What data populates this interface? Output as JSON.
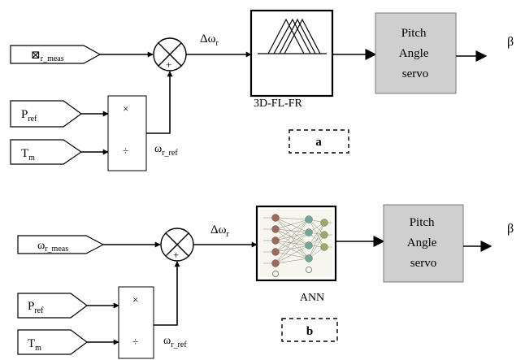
{
  "panel_a": {
    "input_meas": {
      "sym": "⊠",
      "sub": "r_meas"
    },
    "input_pref": {
      "sym": "P",
      "sub": "ref"
    },
    "input_tm": {
      "sym": "T",
      "sub": "m"
    },
    "mult_symbol": "×",
    "div_symbol": "÷",
    "sum_sign": "+",
    "omega_ref": {
      "sym": "ω",
      "sub": "r_ref"
    },
    "delta_omega": {
      "sym": "Δω",
      "sub": "r"
    },
    "controller_label": "3D-FL-FR",
    "servo_lines": [
      "Pitch",
      "Angle",
      "servo"
    ],
    "output": "β",
    "tag": "a"
  },
  "panel_b": {
    "input_meas": {
      "sym": "ω",
      "sub": "r_meas"
    },
    "input_pref": {
      "sym": "P",
      "sub": "ref"
    },
    "input_tm": {
      "sym": "T",
      "sub": "m"
    },
    "mult_symbol": "×",
    "div_symbol": "÷",
    "sum_sign": "+",
    "omega_ref": {
      "sym": "ω",
      "sub": "r_ref"
    },
    "delta_omega": {
      "sym": "Δω",
      "sub": "r"
    },
    "controller_label": "ANN",
    "servo_lines": [
      "Pitch",
      "Angle",
      "servo"
    ],
    "output": "β",
    "tag": "b"
  }
}
